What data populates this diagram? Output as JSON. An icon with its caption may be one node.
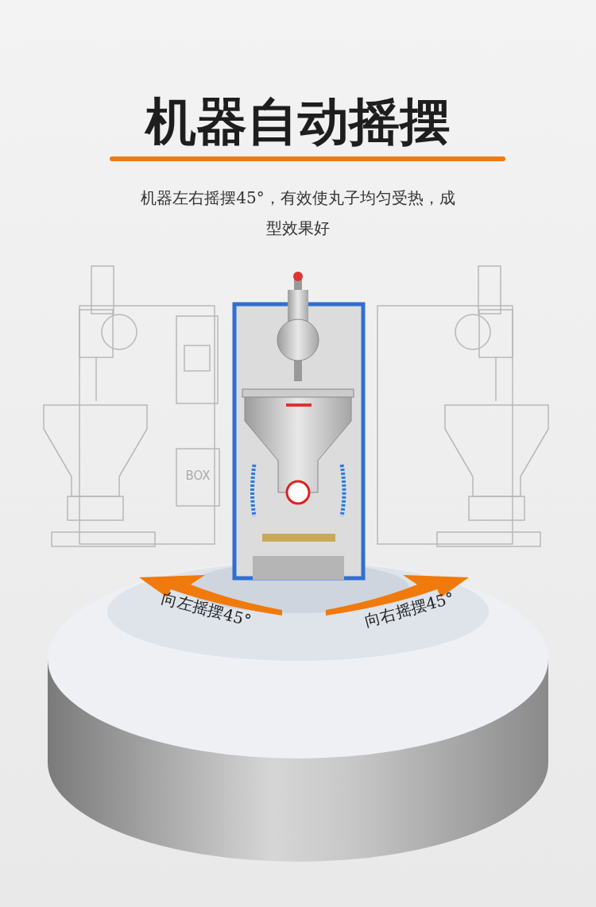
{
  "diagram": {
    "title": "机器自动摇摆",
    "labels": [
      "机器左右摇摆45°，有效使丸子均匀受热，成型效果好",
      "BOX",
      "向左摇摆45°",
      "向右摇摆45°"
    ]
  }
}
